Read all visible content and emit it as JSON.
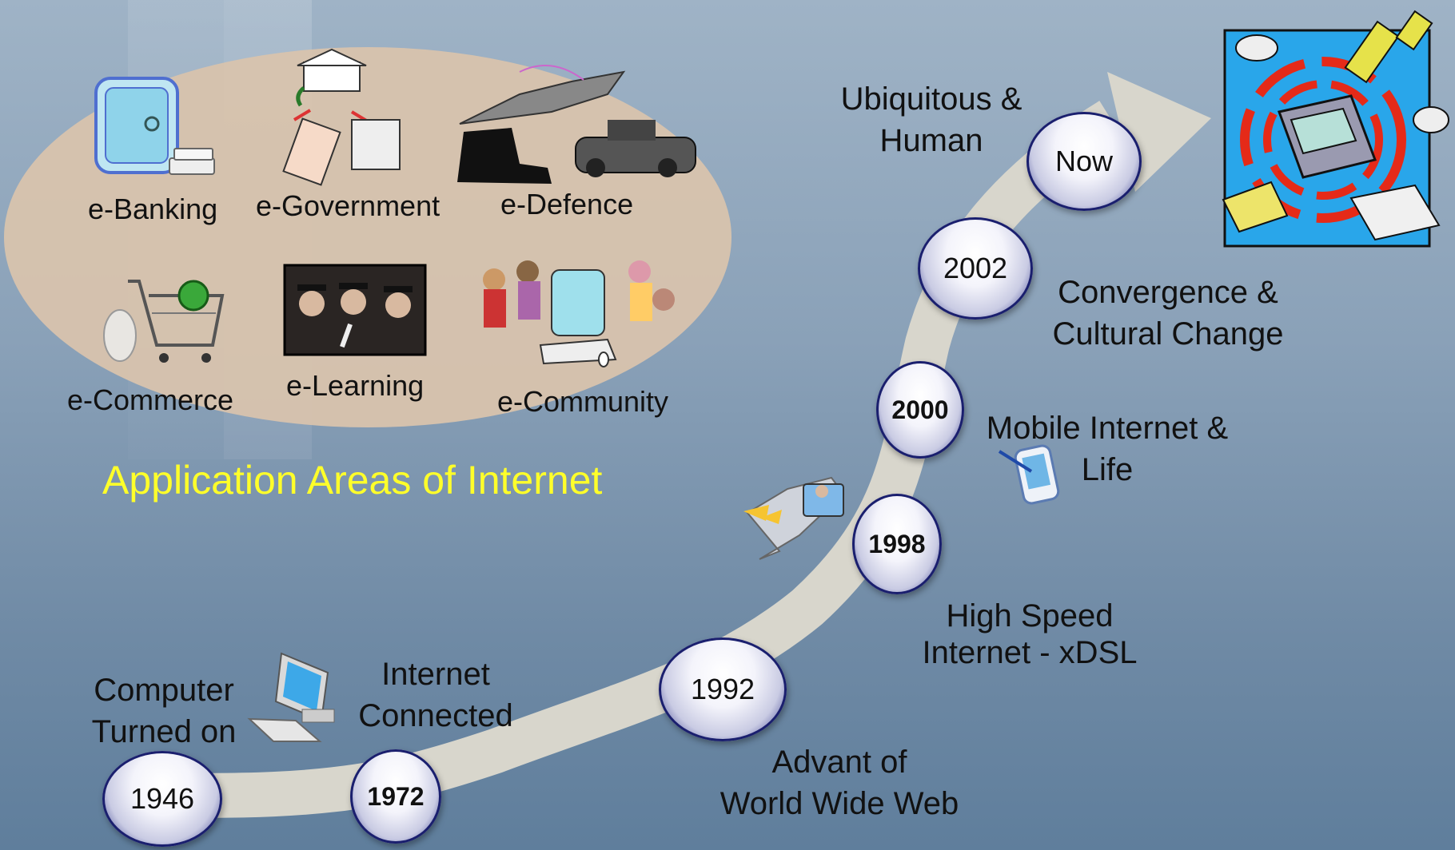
{
  "title": "Application Areas of Internet",
  "applications": [
    {
      "label": "e-Banking"
    },
    {
      "label": "e-Government"
    },
    {
      "label": "e-Defence"
    },
    {
      "label": "e-Commerce"
    },
    {
      "label": "e-Learning"
    },
    {
      "label": "e-Community"
    }
  ],
  "timeline": [
    {
      "year": "1946",
      "line1": "Computer",
      "line2": "Turned on"
    },
    {
      "year": "1972",
      "line1": "Internet",
      "line2": "Connected"
    },
    {
      "year": "1992",
      "line1": "Advant of",
      "line2": "World Wide Web"
    },
    {
      "year": "1998",
      "line1": "High Speed",
      "line2": "Internet - xDSL"
    },
    {
      "year": "2000",
      "line1": "Mobile Internet &",
      "line2": "Life"
    },
    {
      "year": "2002",
      "line1": "Convergence &",
      "line2": "Cultural Change"
    },
    {
      "year": "Now",
      "line1": "Ubiquitous &",
      "line2": "Human"
    }
  ],
  "icons": [
    "vault-icon",
    "government-buildings-icon",
    "military-icon",
    "shopping-cart-icon",
    "graduates-icon",
    "community-icon",
    "desktop-computer-icon",
    "mobile-phone-icon",
    "handheld-device-icon",
    "satellite-network-icon"
  ],
  "colors": {
    "title": "#ffff2a",
    "node_ring": "#1e2270",
    "path": "#d8d6cc",
    "oval": "#d8c3ad"
  }
}
